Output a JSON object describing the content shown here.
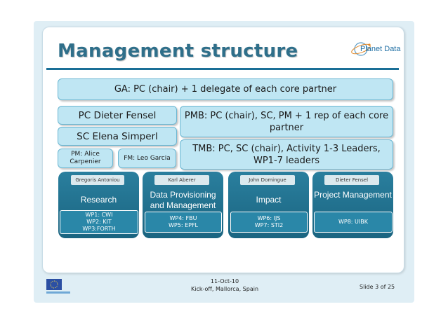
{
  "slide": {
    "title": "Management structure",
    "logo_text": "Planet Data"
  },
  "boards": {
    "ga": "GA: PC (chair) + 1 delegate of each core partner",
    "pc": "PC Dieter Fensel",
    "sc": "SC Elena Simperl",
    "pm": "PM: Alice Carpenier",
    "fm": "FM: Leo Garcia",
    "pmb": "PMB: PC (chair), SC, PM + 1 rep of each core partner",
    "tmb": "TMB: PC, SC (chair), Activity 1-3 Leaders, WP1-7 leaders"
  },
  "columns": [
    {
      "leader": "Gregoris Antoniou",
      "title": "Research",
      "wps": "WP1: CWI\nWP2: KIT\nWP3:FORTH"
    },
    {
      "leader": "Karl Aberer",
      "title": "Data Provisioning and Management",
      "wps": "WP4: FBU\nWP5: EPFL"
    },
    {
      "leader": "John Domingue",
      "title": "Impact",
      "wps": "WP6: IJS\nWP7: STI2"
    },
    {
      "leader": "Dieter Fensel",
      "title": "Project Management",
      "wps": "WP8: UIBK"
    }
  ],
  "footer": {
    "date": "11-Oct-10",
    "event": "Kick-off, Mallorca, Spain",
    "slide_number": "Slide 3 of 25"
  },
  "colors": {
    "accent": "#2f6f8a",
    "rule": "#1a6f97",
    "box_fill": "#bfe6f3",
    "column_fill": "#1a6480"
  }
}
